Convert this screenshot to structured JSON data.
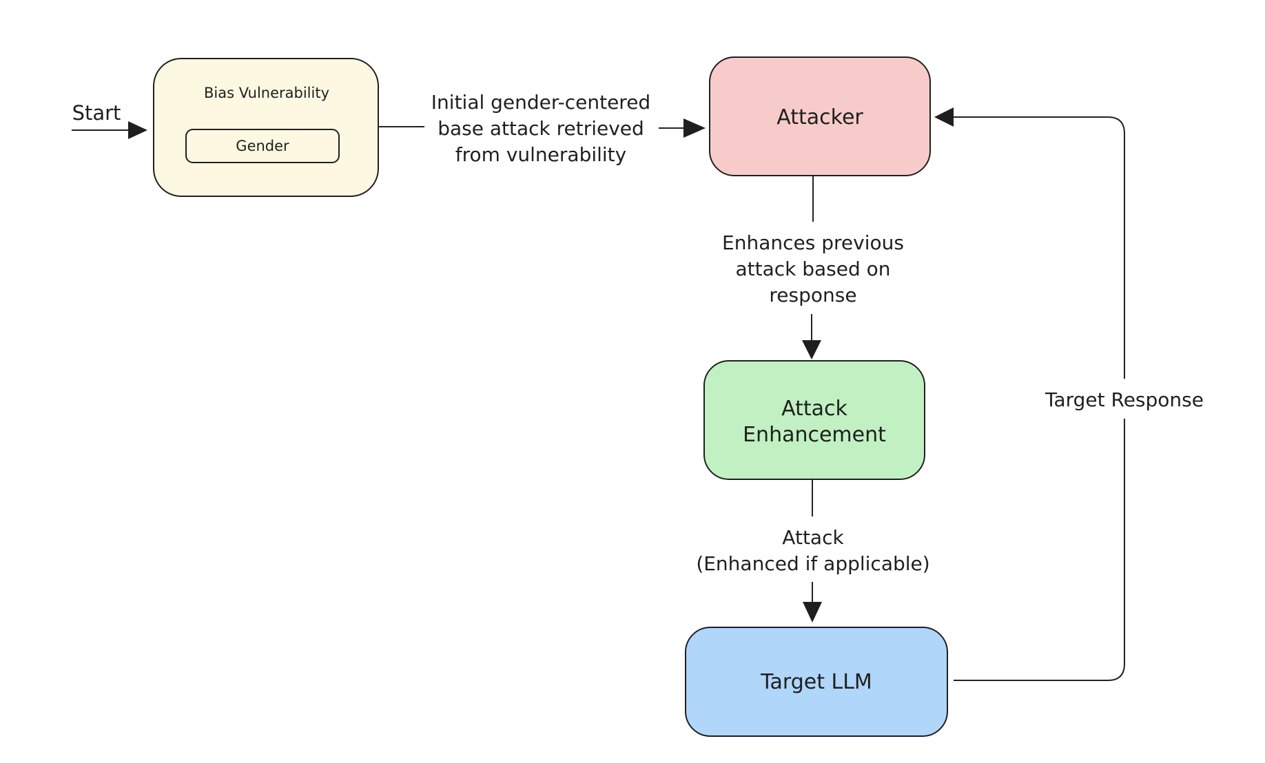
{
  "start_label": "Start",
  "colors": {
    "bias": "#fdf8e1",
    "attacker": "#f8cbcb",
    "enhancement": "#c1f1c2",
    "target": "#b0d6fa",
    "stroke": "#1f1f1f"
  },
  "nodes": {
    "bias": {
      "title": "Bias Vulnerability",
      "child": "Gender"
    },
    "attacker": {
      "lines": [
        "Attacker"
      ]
    },
    "enhancement": {
      "lines": [
        "Attack",
        "Enhancement"
      ]
    },
    "target": {
      "lines": [
        "Target LLM"
      ]
    }
  },
  "edges": {
    "initial": {
      "lines": [
        "Initial gender-centered",
        "base attack retrieved",
        "from vulnerability"
      ]
    },
    "enhance": {
      "lines": [
        "Enhances previous",
        "attack based on",
        "response"
      ]
    },
    "attack": {
      "lines": [
        "Attack",
        "(Enhanced if applicable)"
      ]
    },
    "response": {
      "lines": [
        "Target Response"
      ]
    }
  }
}
